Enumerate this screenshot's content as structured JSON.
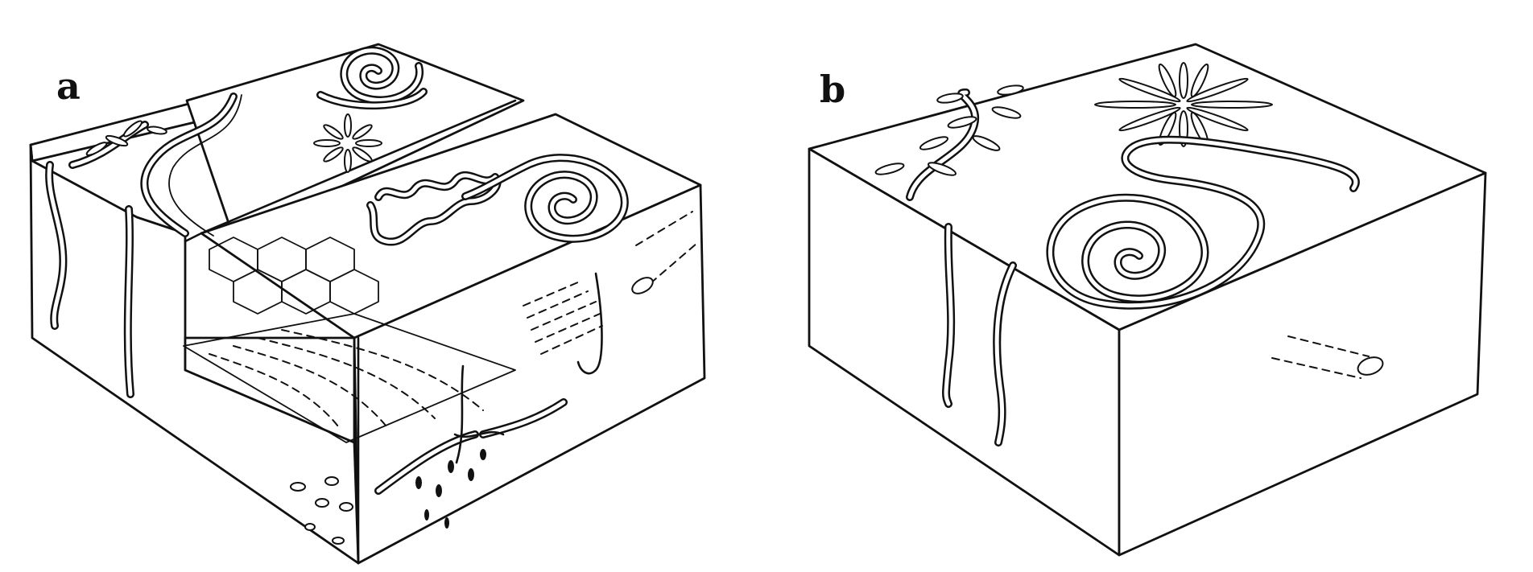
{
  "panels": [
    {
      "id": "a",
      "label": "a"
    },
    {
      "id": "b",
      "label": "b"
    }
  ],
  "colors": {
    "line": "#111111",
    "background": "#ffffff"
  },
  "icons": [
    "block-diagram",
    "trace-fossil-burrows"
  ]
}
